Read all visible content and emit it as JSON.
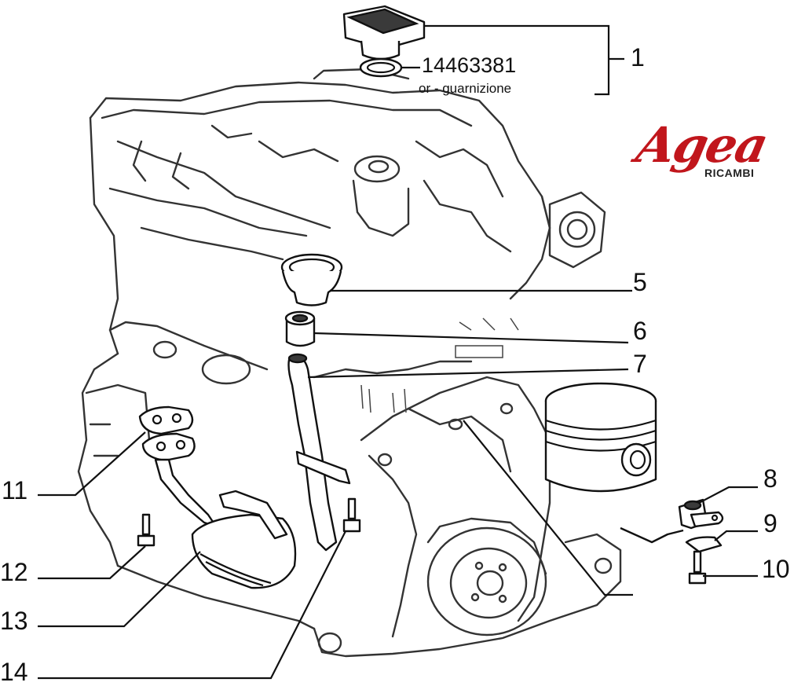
{
  "callouts": {
    "c1": "1",
    "c5": "5",
    "c6": "6",
    "c7": "7",
    "c8": "8",
    "c9": "9",
    "c10": "10",
    "c11": "11",
    "c12": "12",
    "c13": "13",
    "c14": "14"
  },
  "part_label": {
    "number": "14463381",
    "description": "or - guarnizione"
  },
  "brand": {
    "name": "Agea",
    "subtitle": "RICAMBI",
    "color": "#c1161c"
  }
}
